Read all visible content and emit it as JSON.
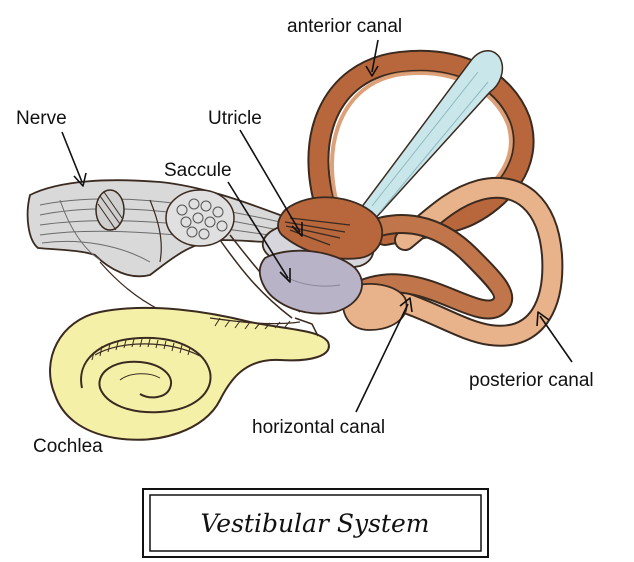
{
  "labels": {
    "anterior_canal": "anterior canal",
    "nerve": "Nerve",
    "utricle": "Utricle",
    "saccule": "Saccule",
    "posterior_canal": "posterior canal",
    "horizontal_canal": "horizontal canal",
    "cochlea": "Cochlea"
  },
  "caption": "Vestibular System",
  "colors": {
    "canal_dark": "#9a5a32",
    "canal_mid": "#c0764a",
    "canal_light": "#e8b38a",
    "ampulla_fill": "#b8673c",
    "cochlea_fill": "#f5f0a8",
    "utricle_fill": "#d6d6dc",
    "saccule_fill": "#b8b3c6",
    "ampulla_membrane": "#c9e6ea",
    "nerve_fill": "#d9d9d9",
    "outline": "#3a2a20"
  }
}
